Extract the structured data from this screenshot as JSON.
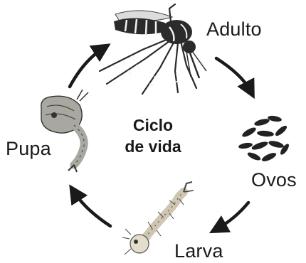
{
  "title_lines": [
    "Ciclo",
    "de vida"
  ],
  "stages": [
    {
      "id": "adulto",
      "label": "Adulto"
    },
    {
      "id": "ovos",
      "label": "Ovos"
    },
    {
      "id": "larva",
      "label": "Larva"
    },
    {
      "id": "pupa",
      "label": "Pupa"
    }
  ],
  "colors": {
    "ink": "#1a1a1a",
    "body_dark": "#2b2b2b",
    "stripe_white": "#f2f2f2",
    "larva_tan": "#cfc6b2",
    "pupa_grey": "#a8a8a0",
    "egg": "#222222"
  }
}
